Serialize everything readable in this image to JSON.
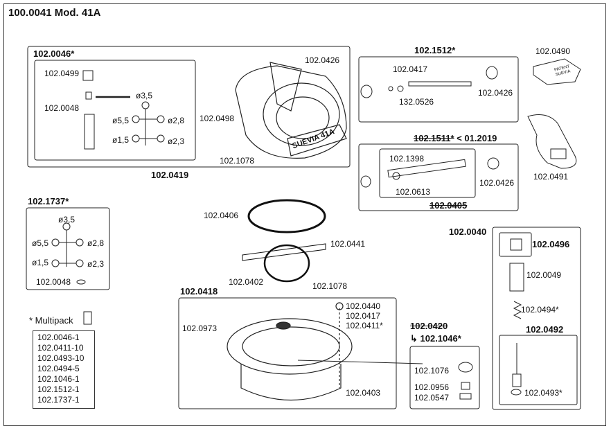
{
  "title": "100.0041 Mod. 41A",
  "brand_text": "SUEVIA 41A",
  "patent_text": "PATENT SUEVIA",
  "groups": {
    "g0046": {
      "code": "102.0046*",
      "parts": [
        "102.0499",
        "102.0048"
      ],
      "sizes": [
        "ø3,5",
        "ø5,5",
        "ø2,8",
        "ø1,5",
        "ø2,3"
      ]
    },
    "g0419": {
      "code": "102.0419",
      "parts": [
        "102.0426",
        "102.0498",
        "102.1078"
      ]
    },
    "g1512": {
      "code": "102.1512*",
      "parts": [
        "102.0417",
        "132.0526",
        "102.0426"
      ]
    },
    "g1511": {
      "code": "102.1511*",
      "suffix": "< 01.2019",
      "parts": [
        "102.1398",
        "102.0613",
        "102.0426"
      ],
      "sub_code": "102.0405"
    },
    "g0490": {
      "code": "102.0490"
    },
    "g0491": {
      "code": "102.0491"
    },
    "g1737": {
      "code": "102.1737*",
      "sizes": [
        "ø3,5",
        "ø5,5",
        "ø2,8",
        "ø1,5",
        "ø2,3"
      ],
      "parts": [
        "102.0048"
      ]
    },
    "center": {
      "parts": [
        "102.0406",
        "102.0441",
        "102.0402"
      ]
    },
    "g0418": {
      "code": "102.0418",
      "parts": [
        "102.1078",
        "102.0440",
        "102.0417",
        "102.0411*",
        "102.0973",
        "102.0403"
      ]
    },
    "g0420": {
      "code": "102.0420",
      "replacement": "↳ 102.1046*",
      "parts": [
        "102.1076",
        "102.0956",
        "102.0547"
      ]
    },
    "g0040": {
      "code": "102.0040",
      "sub_code": "102.0496",
      "parts": [
        "102.0049",
        "102.0494*"
      ]
    },
    "g0492": {
      "code": "102.0492",
      "parts": [
        "102.0493*"
      ]
    }
  },
  "multipack": {
    "label": "* Multipack",
    "items": [
      "102.0046-1",
      "102.0411-10",
      "102.0493-10",
      "102.0494-5",
      "102.1046-1",
      "102.1512-1",
      "102.1737-1"
    ]
  }
}
